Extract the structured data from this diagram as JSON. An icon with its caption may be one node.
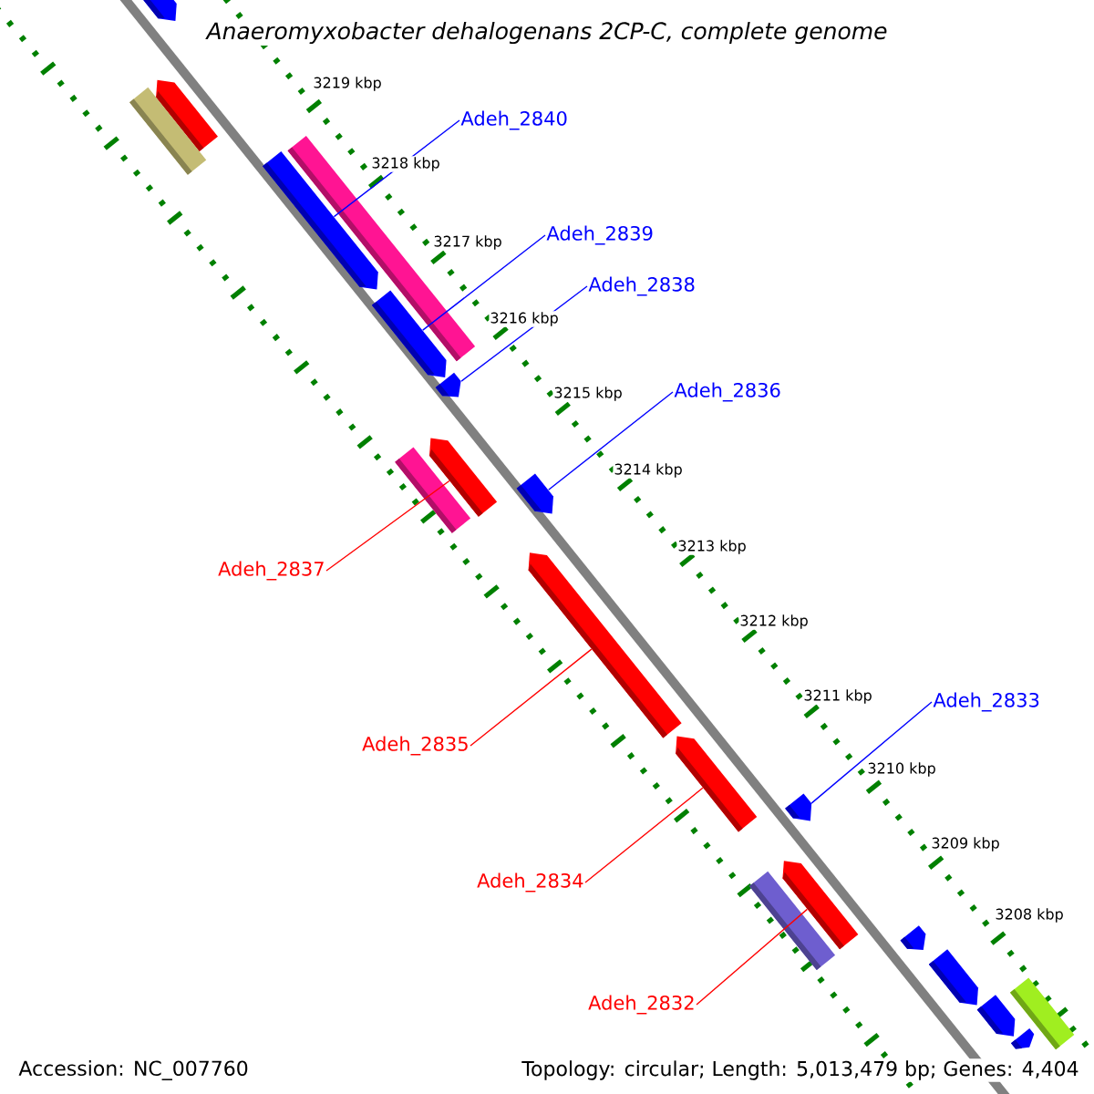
{
  "diagram": {
    "title": "Anaeromyxobacter dehalogenans 2CP-C, complete genome",
    "nodes": [
      {
        "text": [],
        "shape": "bar"
      },
      {
        "text": [],
        "shape": "bar"
      },
      {
        "text": [
          "Adeh_2840"
        ]
      },
      {
        "text": [],
        "shape": "bar"
      },
      {
        "text": [],
        "shape": "bar"
      },
      {
        "text": [
          "Adeh_2839"
        ]
      },
      {
        "text": [],
        "shape": "bar"
      },
      {
        "text": [
          "Adeh_2838"
        ]
      },
      {
        "text": [],
        "shape": "bar"
      },
      {
        "text": [],
        "shape": "bar"
      },
      {
        "text": [
          "Adeh_2836"
        ]
      },
      {
        "text": [],
        "shape": "bar"
      },
      {
        "text": [],
        "shape": "bar"
      },
      {
        "text": [],
        "shape": "bar"
      },
      {
        "text": [
          "Adeh_2837"
        ]
      },
      {
        "text": [],
        "shape": "bar"
      },
      {
        "text": [
          "Adeh_2833"
        ]
      },
      {
        "text": [
          "Adeh_2835"
        ]
      },
      {
        "text": [],
        "shape": "bar"
      },
      {
        "text": [],
        "shape": "bar"
      },
      {
        "text": [
          "Adeh_2834"
        ]
      },
      {
        "text": [],
        "shape": "bar"
      },
      {
        "text": [],
        "shape": "bar"
      },
      {
        "text": [],
        "shape": "bar"
      },
      {
        "text": [],
        "shape": "bar"
      },
      {
        "text": [
          "Adeh_2832"
        ]
      },
      {
        "text": [],
        "shape": "bar"
      },
      {
        "text": [],
        "shape": "bar"
      },
      {
        "text": [],
        "shape": "bar"
      }
    ],
    "edges": [
      {
        "from": 2,
        "to": 4,
        "arrow": "none"
      },
      {
        "from": 5,
        "to": 8,
        "arrow": "none"
      },
      {
        "from": 7,
        "to": 9,
        "arrow": "none"
      },
      {
        "from": 10,
        "to": 13,
        "arrow": "none"
      },
      {
        "from": 16,
        "to": 19,
        "arrow": "none"
      },
      {
        "from": 14,
        "to": 11,
        "arrow": "none",
        "color": "#ff0000"
      },
      {
        "from": 17,
        "to": 15,
        "arrow": "none",
        "color": "#ff0000"
      },
      {
        "from": 20,
        "to": 18,
        "arrow": "none",
        "color": "#ff0000"
      },
      {
        "from": 25,
        "to": 21,
        "arrow": "none",
        "color": "#ff0000"
      }
    ],
    "labels": [
      "3219 kbp",
      "3218 kbp",
      "3217 kbp",
      "3216 kbp",
      "3215 kbp",
      "3214 kbp",
      "3213 kbp",
      "3212 kbp",
      "3211 kbp",
      "3210 kbp",
      "3209 kbp",
      "3208 kbp",
      "Accession: NC_007760",
      "Topology: circular; Length: 5,013,479 bp; Genes: 4,404"
    ]
  }
}
